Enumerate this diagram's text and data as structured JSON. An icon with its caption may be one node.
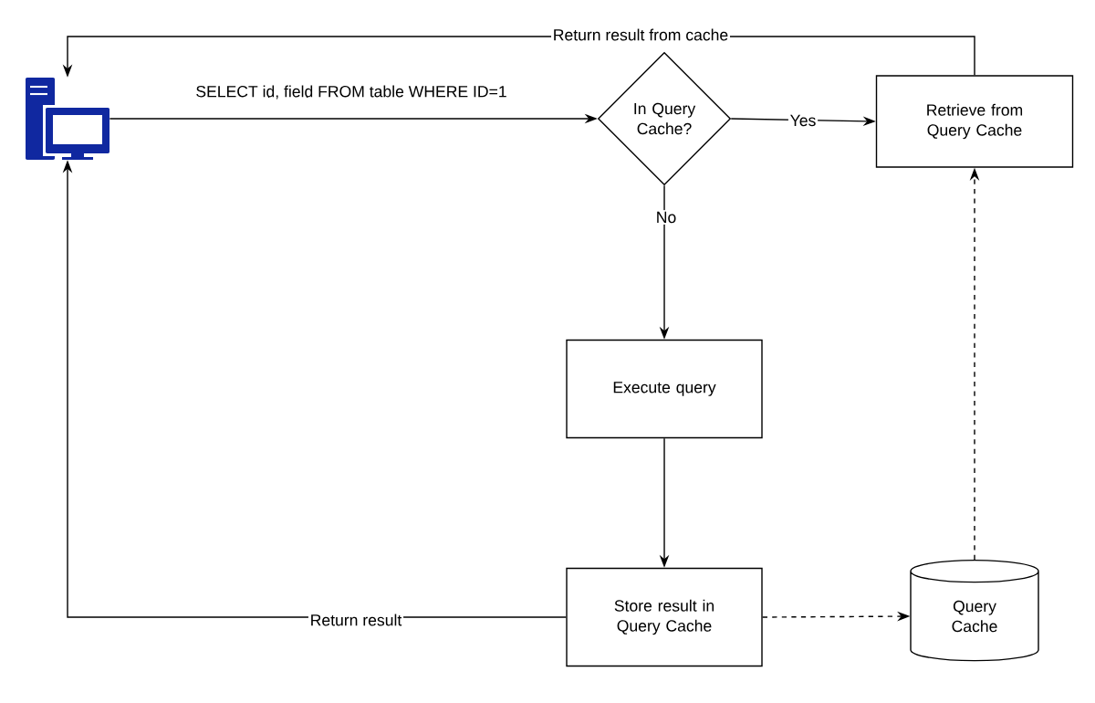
{
  "diagram": {
    "nodes": [
      {
        "text": [],
        "shape": "picture"
      },
      {
        "text": [
          "In Query Cache?"
        ]
      },
      {
        "text": [
          "Retrieve from Query Cache"
        ]
      },
      {
        "text": [
          "Execute query"
        ]
      },
      {
        "text": [
          "Store result in Query Cache"
        ]
      },
      {
        "text": [
          "Query Cache"
        ]
      }
    ],
    "edges": [
      {
        "from": 0,
        "to": 1,
        "arrow": "to",
        "label": "SELECT id, field FROM table WHERE ID=1"
      },
      {
        "from": 1,
        "to": 2,
        "arrow": "to",
        "label": "Yes"
      },
      {
        "from": 2,
        "to": 0,
        "arrow": "to",
        "label": "Return result from cache"
      },
      {
        "from": 1,
        "to": 3,
        "arrow": "to",
        "label": "No"
      },
      {
        "from": 3,
        "to": 4,
        "arrow": "to"
      },
      {
        "from": 4,
        "to": 0,
        "arrow": "to",
        "label": "Return result"
      },
      {
        "from": 4,
        "to": 5,
        "arrow": "to",
        "style": "dashed"
      },
      {
        "from": 5,
        "to": 2,
        "arrow": "to",
        "style": "dashed"
      }
    ]
  }
}
